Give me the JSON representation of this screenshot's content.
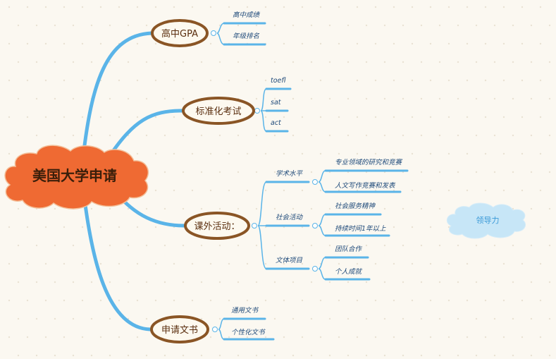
{
  "root": {
    "label": "美国大学申请"
  },
  "branches": [
    {
      "label": "高中GPA",
      "children": [
        {
          "label": "高中成绩"
        },
        {
          "label": "年级排名"
        }
      ]
    },
    {
      "label": "标准化考试",
      "children": [
        {
          "label": "toefl"
        },
        {
          "label": "sat"
        },
        {
          "label": "act"
        }
      ]
    },
    {
      "label": "课外活动：",
      "children": [
        {
          "label": "学术水平",
          "children": [
            {
              "label": "专业领域的研究和竞赛"
            },
            {
              "label": "人文写作竞赛和发表"
            }
          ]
        },
        {
          "label": "社会活动",
          "children": [
            {
              "label": "社会服务精神"
            },
            {
              "label": "持续时间1年以上"
            }
          ]
        },
        {
          "label": "文体项目",
          "children": [
            {
              "label": "团队合作"
            },
            {
              "label": "个人成就"
            }
          ]
        }
      ]
    },
    {
      "label": "申请文书",
      "children": [
        {
          "label": "通用文书"
        },
        {
          "label": "个性化文书"
        }
      ]
    }
  ],
  "floating": {
    "label": "领导力"
  },
  "colors": {
    "branch": "#5ab4e8",
    "oval_border": "#8a5525",
    "root_fill": "#ef6a33",
    "floating_fill": "#c7e6f7"
  }
}
